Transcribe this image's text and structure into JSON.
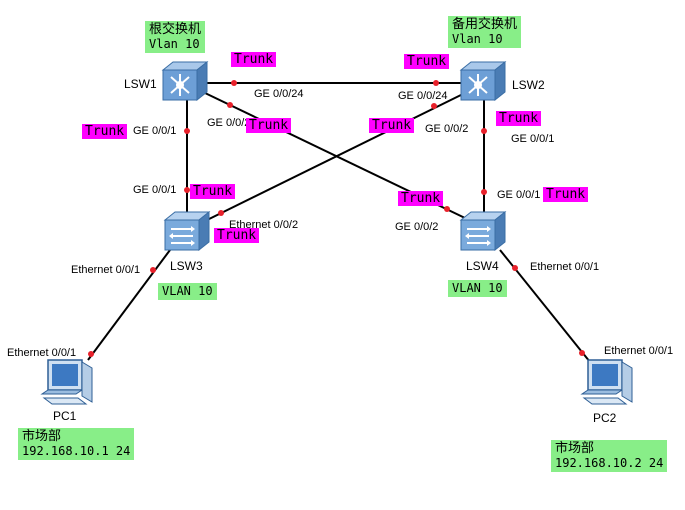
{
  "colors": {
    "trunk_bg": "#ff00ff",
    "vlan_bg": "#88ee88",
    "port_dot": "#e8212b",
    "line": "#000000",
    "switch_blue": "#5b8fc7"
  },
  "devices": {
    "lsw1": {
      "name": "LSW1",
      "role": "根交换机",
      "vlan": "Vlan 10",
      "icon": "core-switch-icon"
    },
    "lsw2": {
      "name": "LSW2",
      "role": "备用交换机",
      "vlan": "Vlan 10",
      "icon": "core-switch-icon"
    },
    "lsw3": {
      "name": "LSW3",
      "vlan": "VLAN 10",
      "icon": "access-switch-icon"
    },
    "lsw4": {
      "name": "LSW4",
      "vlan": "VLAN 10",
      "icon": "access-switch-icon"
    },
    "pc1": {
      "name": "PC1",
      "dept": "市场部",
      "ip": "192.168.10.1 24",
      "icon": "pc-icon"
    },
    "pc2": {
      "name": "PC2",
      "dept": "市场部",
      "ip": "192.168.10.2 24",
      "icon": "pc-icon"
    }
  },
  "ports": {
    "lsw1_to_lsw2": "GE 0/0/24",
    "lsw2_to_lsw1": "GE 0/0/24",
    "lsw1_to_lsw4": "GE 0/0/2",
    "lsw1_to_lsw3": "GE 0/0/1",
    "lsw2_to_lsw3": "GE 0/0/2",
    "lsw2_to_lsw4": "GE 0/0/1",
    "lsw3_to_lsw1": "GE 0/0/1",
    "lsw3_to_lsw2": "Ethernet 0/0/2",
    "lsw4_to_lsw2": "GE 0/0/1",
    "lsw4_to_lsw1": "GE 0/0/2",
    "lsw3_to_pc1": "Ethernet 0/0/1",
    "pc1_port": "Ethernet 0/0/1",
    "lsw4_to_pc2": "Ethernet 0/0/1",
    "pc2_port": "Ethernet 0/0/1"
  },
  "link_mode": "Trunk"
}
